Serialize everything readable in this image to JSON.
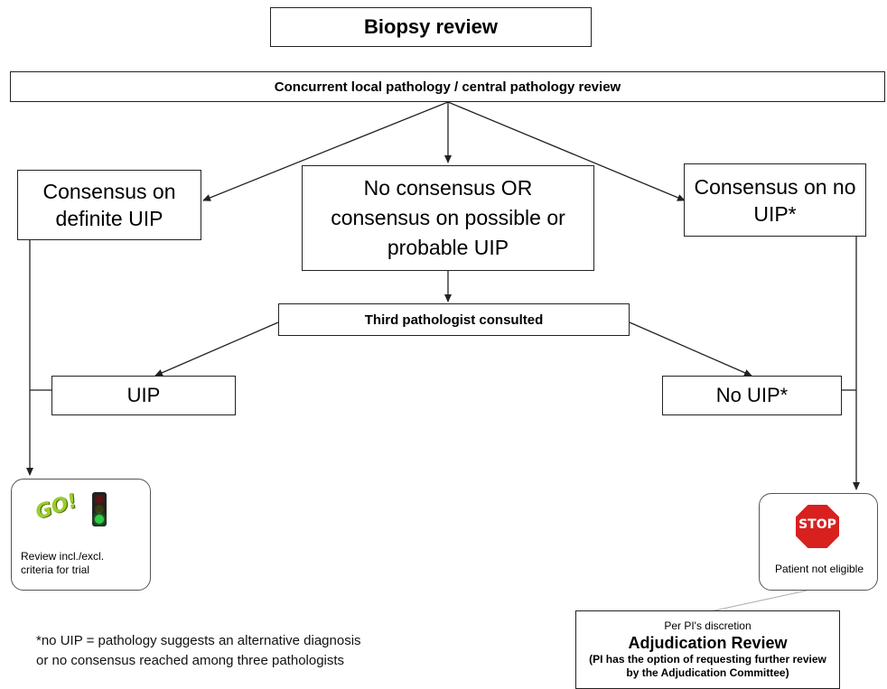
{
  "title": "Biopsy review",
  "review_step": "Concurrent local pathology / central pathology review",
  "left_outcome": "Consensus on definite UIP",
  "middle_outcome": "No consensus OR consensus on possible or probable UIP",
  "right_outcome": "Consensus on no UIP*",
  "third_pathologist": "Third pathologist consulted",
  "uip": "UIP",
  "no_uip": "No UIP*",
  "go_card": {
    "go_text": "GO!",
    "caption": "Review incl./excl. criteria for trial"
  },
  "stop_card": {
    "stop_text": "STOP",
    "caption": "Patient not eligible"
  },
  "adjudication": {
    "line1": "Per PI's discretion",
    "title": "Adjudication Review",
    "note": "(PI has the option of requesting further review by the Adjudication Committee)"
  },
  "footnote": {
    "line1": "*no UIP = pathology suggests an alternative diagnosis",
    "line2": "or no consensus reached among three pathologists"
  },
  "colors": {
    "stop_red": "#d8201f",
    "go_green": "#9acd32",
    "light_green": "#2ecc40",
    "light_red": "#5a1414"
  }
}
